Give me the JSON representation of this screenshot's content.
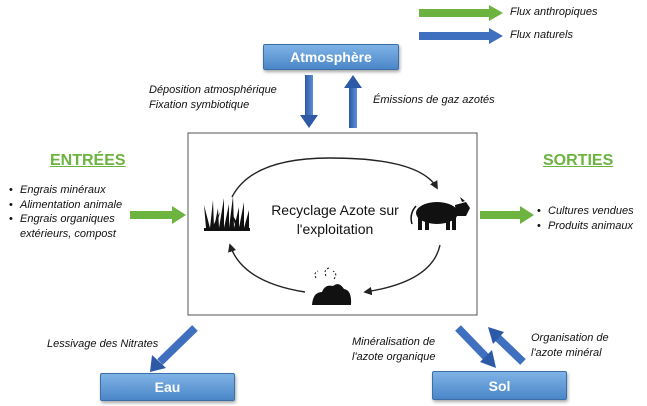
{
  "legend": {
    "anthropic": "Flux anthropiques",
    "natural": "Flux naturels",
    "colors": {
      "anthropic": "#6db33f",
      "natural": "#3f6fbf"
    }
  },
  "boxes": {
    "atmosphere": "Atmosphère",
    "eau": "Eau",
    "sol": "Sol"
  },
  "labels": {
    "deposition": "Déposition atmosphérique",
    "fixation": "Fixation symbiotique",
    "emissions": "Émissions de gaz azotés",
    "lessivage": "Lessivage des Nitrates",
    "mineralisation_1": "Minéralisation de",
    "mineralisation_2": "l'azote organique",
    "organisation_1": "Organisation de",
    "organisation_2": "l'azote minéral"
  },
  "entrees": {
    "title": "ENTRÉES",
    "items": [
      "Engrais minéraux",
      "Alimentation animale",
      "Engrais organiques",
      "extérieurs, compost"
    ]
  },
  "sorties": {
    "title": "SORTIES",
    "items": [
      "Cultures vendues",
      "Produits animaux"
    ]
  },
  "center": {
    "line1": "Recyclage Azote sur",
    "line2": "l'exploitation",
    "icons": [
      "grass-icon",
      "cow-icon",
      "manure-icon"
    ]
  }
}
